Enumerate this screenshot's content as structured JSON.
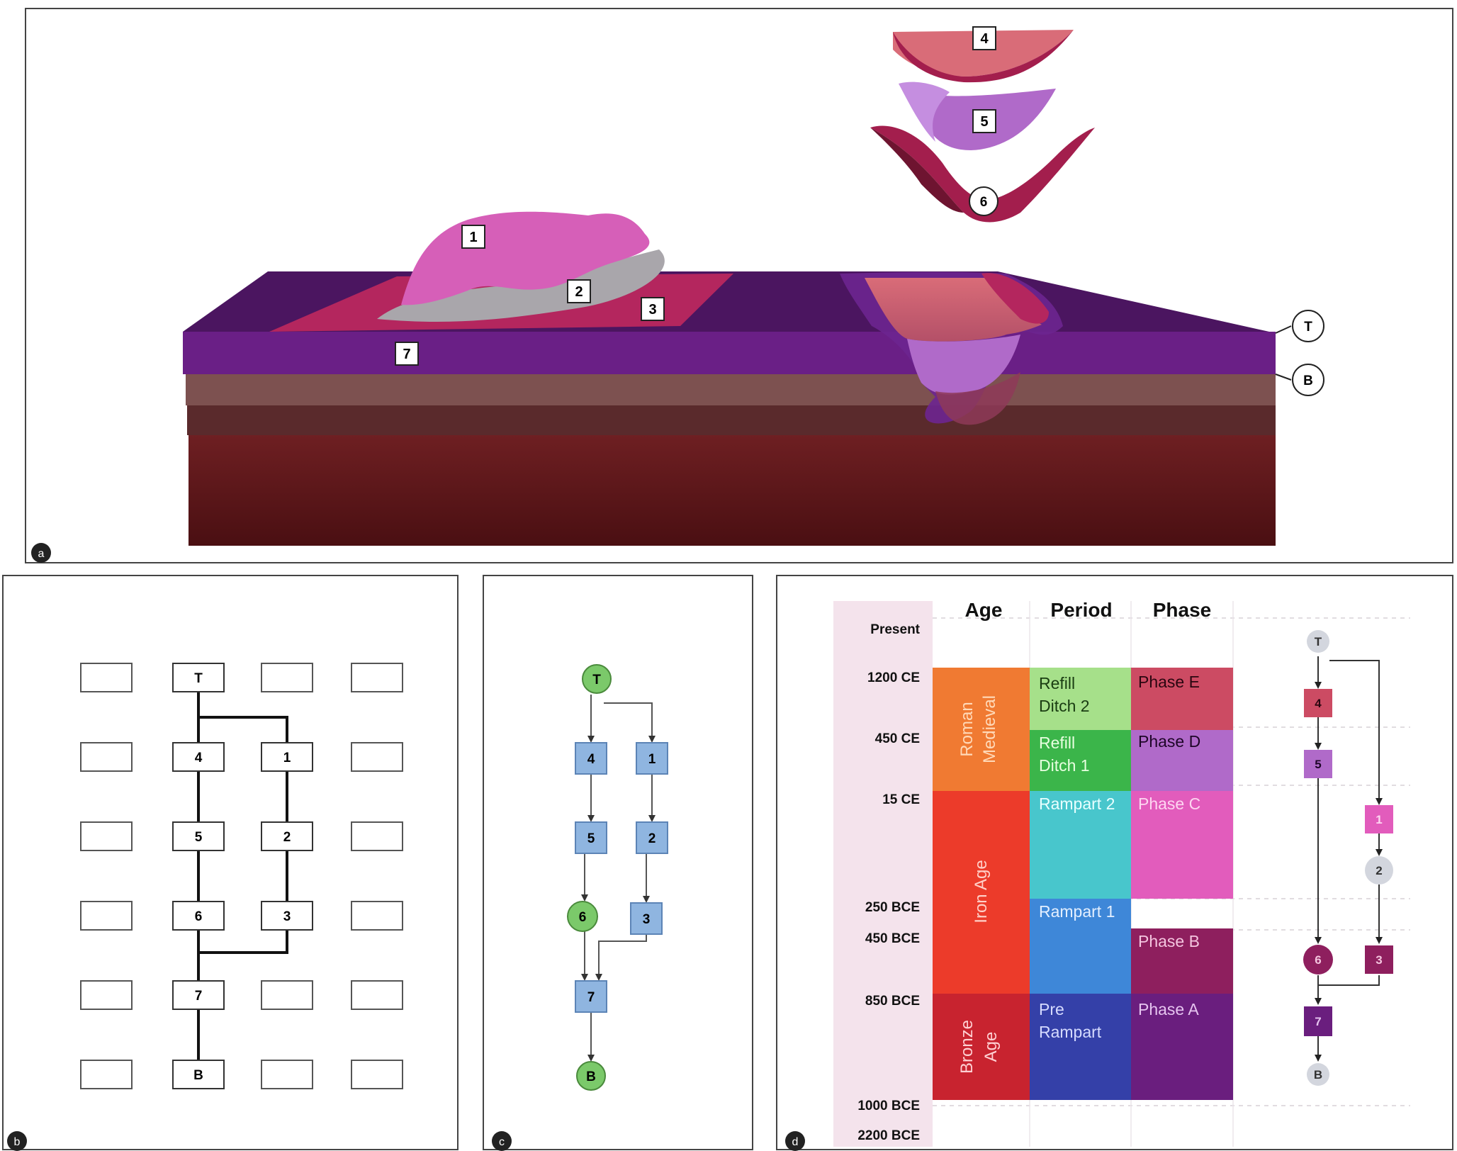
{
  "panels": {
    "a": "a",
    "b": "b",
    "c": "c",
    "d": "d"
  },
  "panel_a": {
    "block_labels": {
      "l1": "1",
      "l2": "2",
      "l3": "3",
      "l7": "7"
    },
    "floating_labels": {
      "l4": "4",
      "l5": "5",
      "l6": "6"
    },
    "edge_labels": {
      "top": "T",
      "bottom": "B"
    }
  },
  "panel_b": {
    "nodes": {
      "T": "T",
      "n4": "4",
      "n1": "1",
      "n5": "5",
      "n2": "2",
      "n6": "6",
      "n3": "3",
      "n7": "7",
      "B": "B"
    }
  },
  "panel_c": {
    "nodes": {
      "T": "T",
      "n4": "4",
      "n1": "1",
      "n5": "5",
      "n2": "2",
      "n6": "6",
      "n3": "3",
      "n7": "7",
      "B": "B"
    }
  },
  "panel_d": {
    "headers": {
      "age": "Age",
      "period": "Period",
      "phase": "Phase"
    },
    "time_labels": {
      "present": "Present",
      "t1200": "1200 CE",
      "t450": "450 CE",
      "t15": "15 CE",
      "t250": "250 BCE",
      "t450b": "450 BCE",
      "t850": "850 BCE",
      "t1000": "1000 BCE",
      "t2200": "2200 BCE"
    },
    "ages": {
      "roman_1": "Roman",
      "roman_2": "Medieval",
      "iron": "Iron Age",
      "bronze_1": "Bronze",
      "bronze_2": "Age"
    },
    "periods": {
      "refill2_1": "Refill",
      "refill2_2": "Ditch 2",
      "refill1_1": "Refill",
      "refill1_2": "Ditch 1",
      "rampart2": "Rampart 2",
      "rampart1": "Rampart 1",
      "pre_1": "Pre",
      "pre_2": "Rampart"
    },
    "phases": {
      "e": "Phase E",
      "d": "Phase D",
      "c": "Phase C",
      "b": "Phase B",
      "a": "Phase A"
    },
    "nodes": {
      "T": "T",
      "n4": "4",
      "n5": "5",
      "n1": "1",
      "n2": "2",
      "n6": "6",
      "n3": "3",
      "n7": "7",
      "B": "B"
    }
  },
  "colors": {
    "layer_top": "#6a1f86",
    "layer_band1": "#7d5150",
    "layer_band2": "#5a2a2c",
    "layer_base": "#6b1a1e",
    "rampart_pink": "#d65fb8",
    "grey": "#a9a6ab",
    "crimson": "#b4265e",
    "node_green": "#7bc96a",
    "node_blue": "#8fb5e0",
    "age_roman": "#f07a32",
    "age_iron": "#ec3b2a",
    "age_bronze": "#c8232f",
    "period_refill2": "#a6e08a",
    "period_refill1": "#3bb54a",
    "period_rampart2": "#48c6cc",
    "period_rampart1": "#3e87d8",
    "period_pre": "#3440a8",
    "phase_e": "#cc4b63",
    "phase_d": "#b06ac9",
    "phase_c": "#e25cbc",
    "phase_b": "#8e1f5e",
    "phase_a": "#6a1e7e"
  }
}
